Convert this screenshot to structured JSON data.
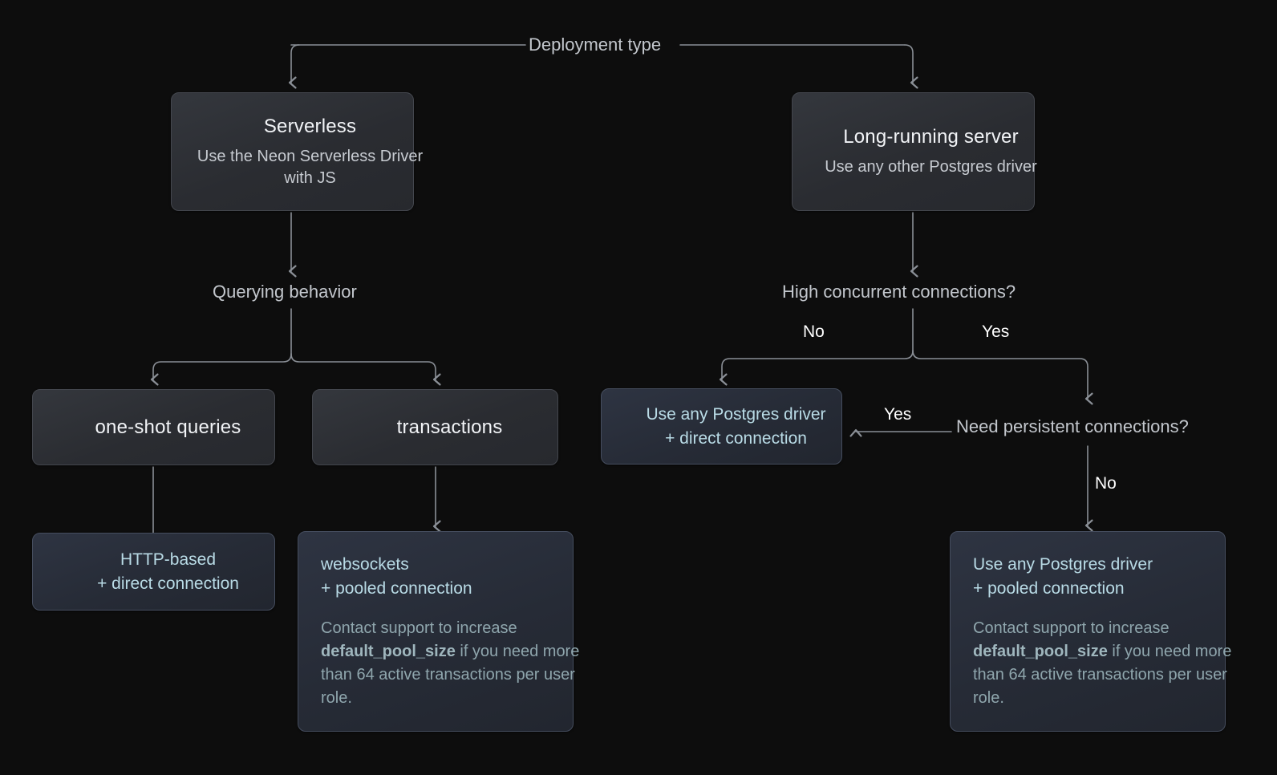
{
  "diagram": {
    "title": "Deployment type",
    "background_color": "#0d0d0d",
    "grey_node_color": "#2c2e33",
    "blue_node_color": "#272c38",
    "accent_text_color": "#b9dbe6",
    "muted_text_color": "#8fa6ad",
    "edge_color": "#8a8f96"
  },
  "root": {
    "label": "Deployment type"
  },
  "branches": {
    "serverless": {
      "title": "Serverless",
      "subtitle": "Use the Neon Serverless Driver with JS",
      "question": "Querying behavior",
      "options": [
        {
          "label": "one-shot queries"
        },
        {
          "label": "transactions"
        }
      ],
      "outcomes": [
        {
          "head_line1": "HTTP-based",
          "head_line2": "+ direct connection",
          "note": null
        },
        {
          "head_line1": "websockets",
          "head_line2": "+ pooled connection",
          "note_prefix": "Contact support to increase ",
          "note_code": "default_pool_size",
          "note_suffix": " if you need more than 64 active transactions per user role."
        }
      ]
    },
    "long_running": {
      "title": "Long-running server",
      "subtitle": "Use any other Postgres driver",
      "question": "High concurrent connections?",
      "edge_no": "No",
      "edge_yes": "Yes",
      "sub_question": "Need persistent connections?",
      "sub_edge_yes": "Yes",
      "sub_edge_no": "No",
      "outcome_direct": {
        "head_line1": "Use any Postgres driver",
        "head_line2": "+ direct connection"
      },
      "outcome_pooled": {
        "head_line1": "Use any Postgres driver",
        "head_line2": "+ pooled connection",
        "note_prefix": "Contact support to increase ",
        "note_code": "default_pool_size",
        "note_suffix": " if you need more than 64 active transactions per user role."
      }
    }
  }
}
